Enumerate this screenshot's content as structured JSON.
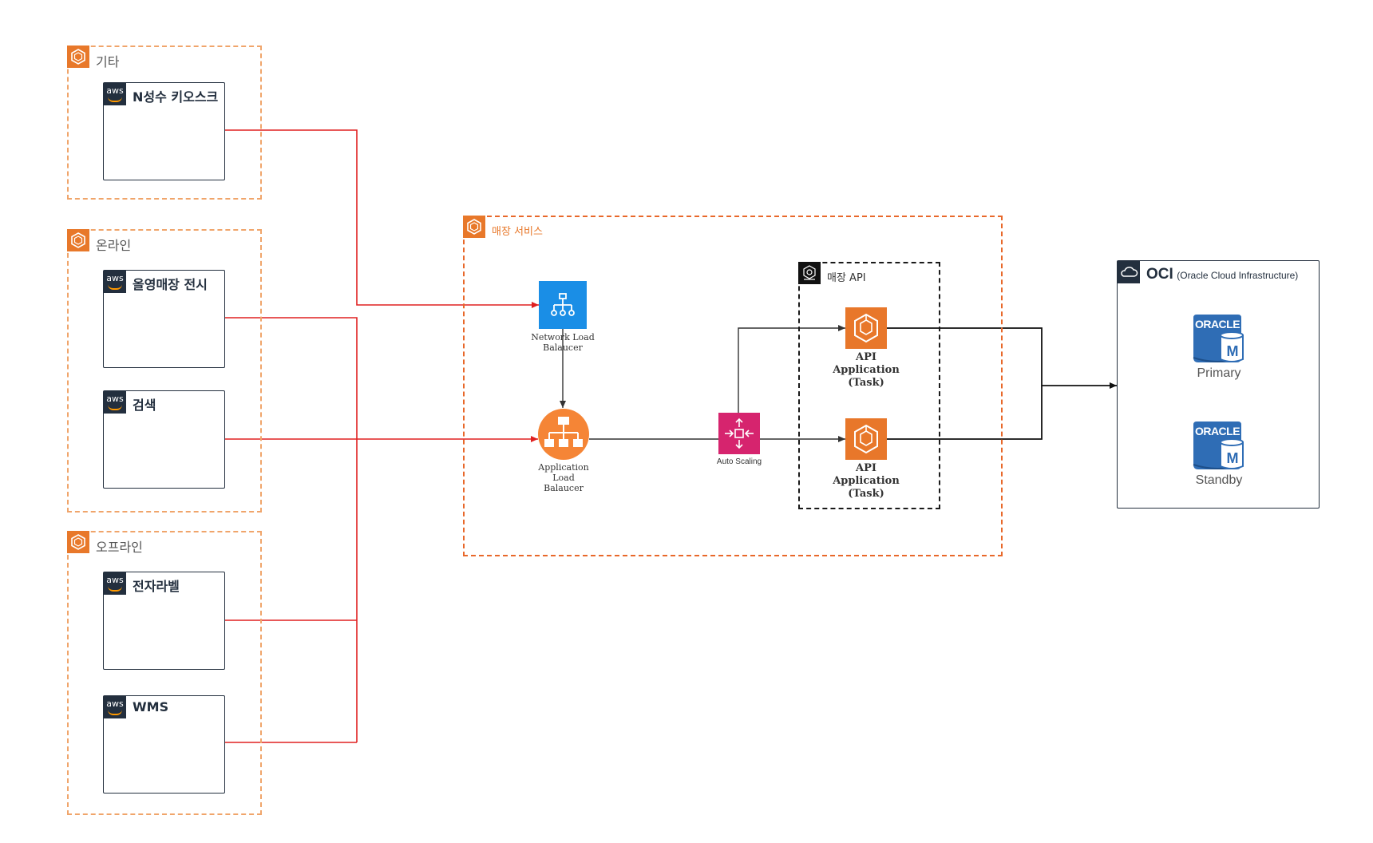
{
  "groups": {
    "etc": {
      "label": "기타"
    },
    "online": {
      "label": "온라인"
    },
    "offline": {
      "label": "오프라인"
    }
  },
  "clients": {
    "kiosk": {
      "label": "N성수 키오스크"
    },
    "display": {
      "label": "올영매장 전시"
    },
    "search": {
      "label": "검색"
    },
    "esl": {
      "label": "전자라벨"
    },
    "wms": {
      "label": "WMS"
    }
  },
  "aws_logo_text": "aws",
  "service": {
    "label": "매장 서비스",
    "nlb_caption": "Network Load Balaucer",
    "alb_caption": "Application Load Balaucer",
    "asg_caption": "Auto Scaling",
    "api_group_label": "매장 API",
    "task1": {
      "line1": "API",
      "line2": "Application",
      "line3": "(Task)"
    },
    "task2": {
      "line1": "API",
      "line2": "Application",
      "line3": "(Task)"
    }
  },
  "oci": {
    "title": "OCI",
    "subtitle": "(Oracle Cloud Infrastructure)",
    "primary": {
      "logo": "ORACLE",
      "badge": "M",
      "caption": "Primary"
    },
    "standby": {
      "logo": "ORACLE",
      "badge": "M",
      "caption": "Standby"
    }
  },
  "colors": {
    "client_wire": "#e02020",
    "service_wire": "#333333",
    "aws_orange": "#e8782a",
    "aws_dark": "#232f3e",
    "nlb_blue": "#1a8ee6",
    "alb_orange": "#f58536",
    "asg_pink": "#d6246e",
    "oracle_blue": "#2f6db5"
  },
  "icons": {
    "group": "aws-group-hexagon-icon",
    "client": "aws-logo-icon",
    "nlb": "network-load-balancer-icon",
    "alb": "application-load-balancer-icon",
    "asg": "auto-scaling-icon",
    "ecs": "ecs-task-icon",
    "oci": "cloud-icon",
    "db": "oracle-database-icon"
  }
}
